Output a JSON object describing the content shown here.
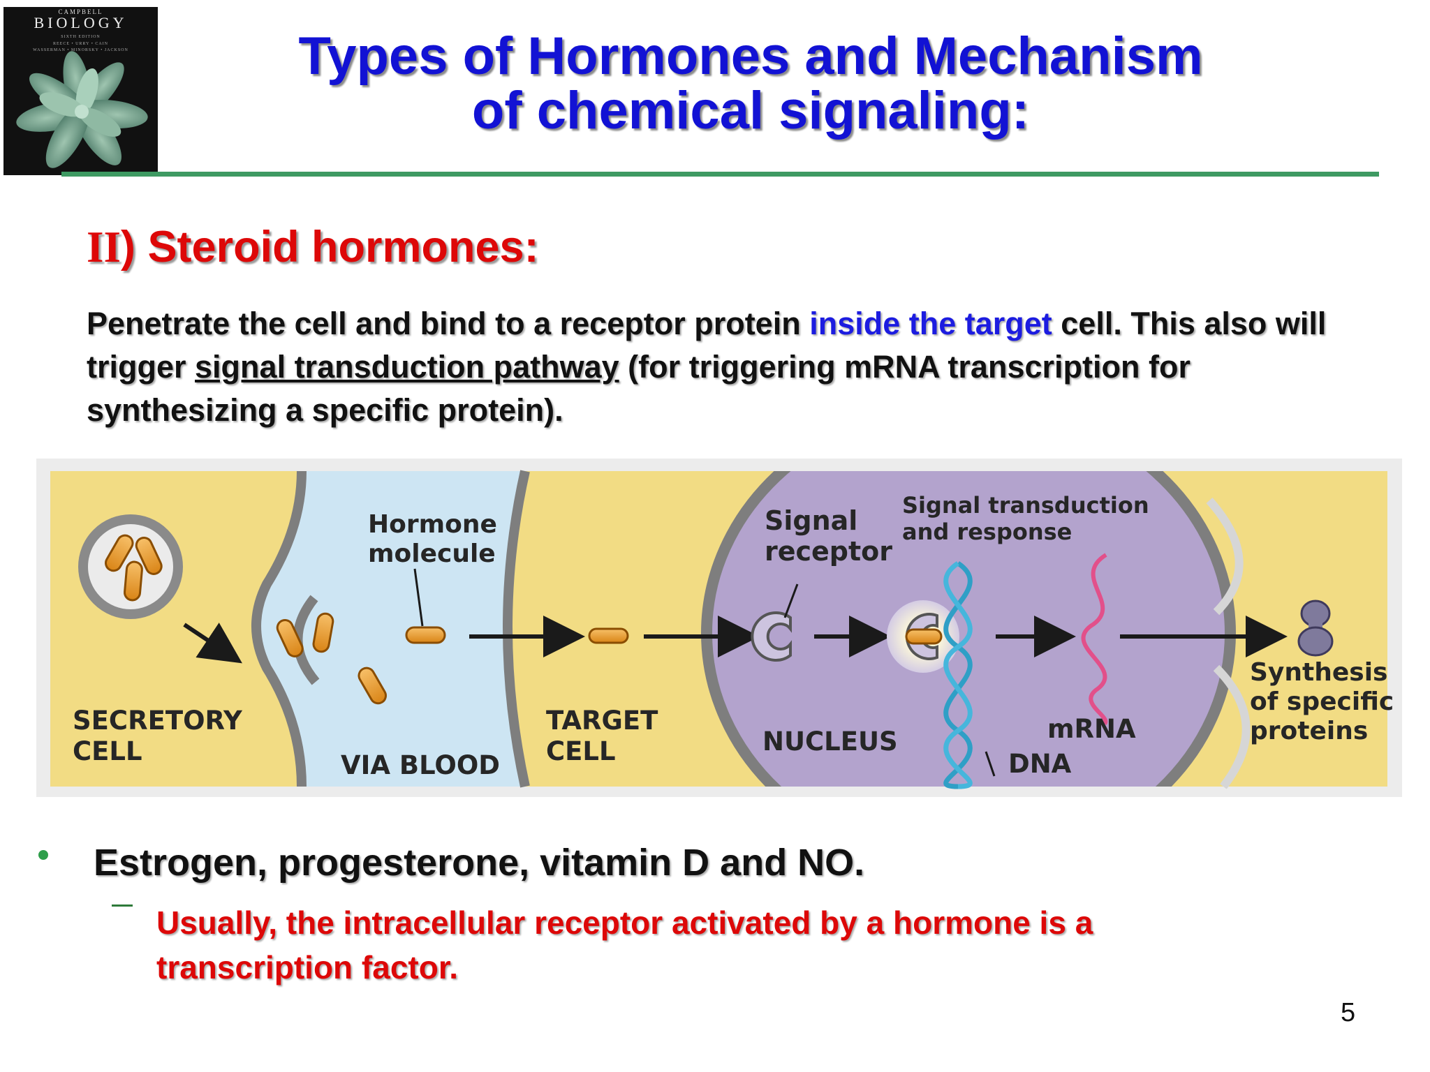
{
  "cover": {
    "publisher": "CAMPBELL",
    "title": "BIOLOGY",
    "edition": "SIXTH EDITION",
    "authors_line1": "REECE • URRY • CAIN",
    "authors_line2": "WASSERMAN • MINORSKY • JACKSON"
  },
  "slide": {
    "title_line1": "Types of Hormones and Mechanism",
    "title_line2": "of chemical signaling:",
    "heading_roman": "II",
    "heading_text": ") Steroid hormones:",
    "para_part1": "Penetrate the cell and bind to a receptor protein ",
    "para_highlight": "inside the target",
    "para_part2": " cell. This also will trigger ",
    "para_underline": "signal transduction pathway",
    "para_part3": " (for triggering mRNA transcription for synthesizing a specific protein).",
    "bullet1": "Estrogen, progesterone, vitamin D and NO.",
    "bullet2": "Usually, the intracellular receptor activated by a hormone is a transcription factor.",
    "page_number": "5"
  },
  "figure": {
    "hormone_molecule": [
      "Hormone",
      "molecule"
    ],
    "signal_receptor": [
      "Signal",
      "receptor"
    ],
    "signal_transduction": [
      "Signal transduction",
      "and response"
    ],
    "synthesis": [
      "Synthesis",
      "of specific",
      "proteins"
    ],
    "secretory_cell": [
      "SECRETORY",
      "CELL"
    ],
    "via_blood": "VIA BLOOD",
    "target_cell": [
      "TARGET",
      "CELL"
    ],
    "nucleus": "NUCLEUS",
    "mrna": "mRNA",
    "dna": "DNA"
  },
  "colors": {
    "title": "#1212d4",
    "heading": "#dd0808",
    "highlight": "#1c1ce0",
    "rule": "#3e9a62",
    "bullet": "#2e9e4a"
  }
}
